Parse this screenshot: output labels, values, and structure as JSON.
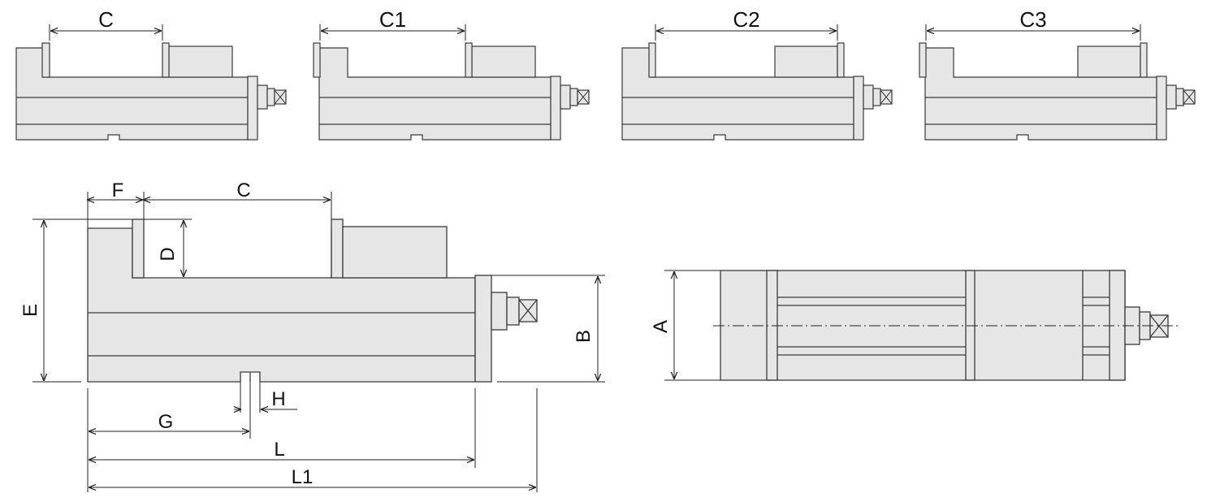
{
  "colors": {
    "part_fill": "#e6e6e6",
    "outline": "#3a3a3a",
    "dimension_line": "#222222",
    "background": "#ffffff"
  },
  "top_views": {
    "labels": [
      "C",
      "C1",
      "C2",
      "C3"
    ]
  },
  "side_view": {
    "labels": {
      "F": "F",
      "C": "C",
      "D": "D",
      "E": "E",
      "B": "B",
      "H": "H",
      "G": "G",
      "L": "L",
      "L1": "L1"
    }
  },
  "end_view": {
    "labels": {
      "A": "A"
    }
  }
}
